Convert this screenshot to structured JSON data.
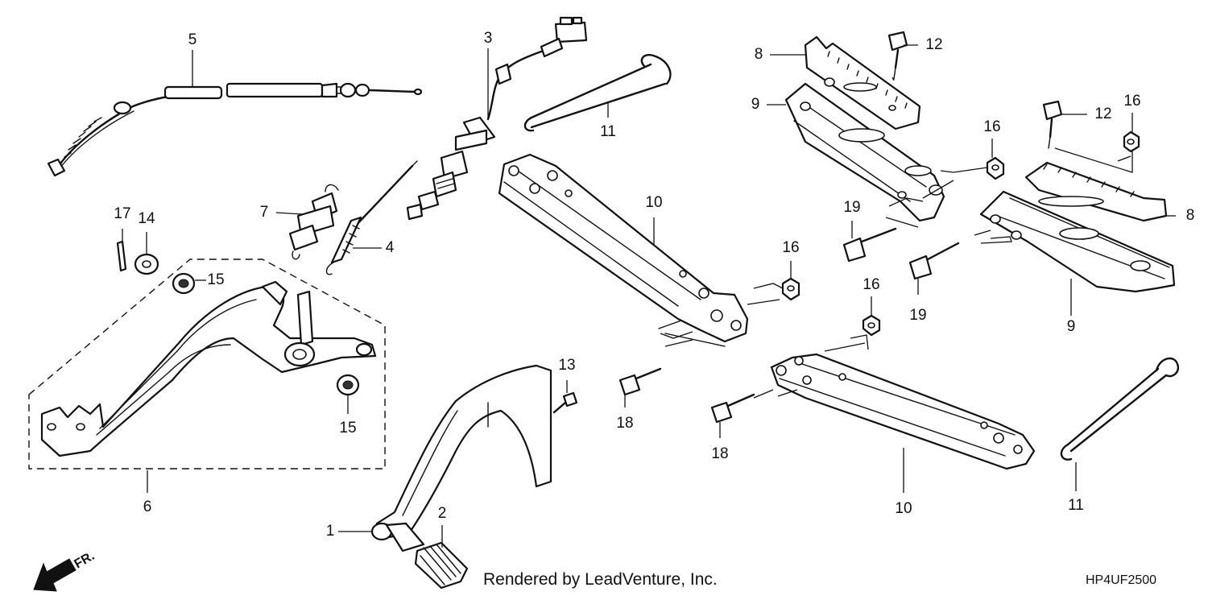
{
  "callouts": [
    {
      "id": "1",
      "text": "1"
    },
    {
      "id": "2",
      "text": "2"
    },
    {
      "id": "3",
      "text": "3"
    },
    {
      "id": "4",
      "text": "4"
    },
    {
      "id": "5",
      "text": "5"
    },
    {
      "id": "6",
      "text": "6"
    },
    {
      "id": "7",
      "text": "7"
    },
    {
      "id": "8a",
      "text": "8"
    },
    {
      "id": "8b",
      "text": "8"
    },
    {
      "id": "9a",
      "text": "9"
    },
    {
      "id": "9b",
      "text": "9"
    },
    {
      "id": "10a",
      "text": "10"
    },
    {
      "id": "10b",
      "text": "10"
    },
    {
      "id": "11a",
      "text": "11"
    },
    {
      "id": "11b",
      "text": "11"
    },
    {
      "id": "12a",
      "text": "12"
    },
    {
      "id": "12b",
      "text": "12"
    },
    {
      "id": "13",
      "text": "13"
    },
    {
      "id": "14",
      "text": "14"
    },
    {
      "id": "15a",
      "text": "15"
    },
    {
      "id": "15b",
      "text": "15"
    },
    {
      "id": "16a",
      "text": "16"
    },
    {
      "id": "16b",
      "text": "16"
    },
    {
      "id": "16c",
      "text": "16"
    },
    {
      "id": "16d",
      "text": "16"
    },
    {
      "id": "17",
      "text": "17"
    },
    {
      "id": "18a",
      "text": "18"
    },
    {
      "id": "18b",
      "text": "18"
    },
    {
      "id": "19a",
      "text": "19"
    },
    {
      "id": "19b",
      "text": "19"
    }
  ],
  "direction_label": "FR.",
  "credit": "Rendered by LeadVenture, Inc.",
  "diagram_code": "HP4UF2500"
}
